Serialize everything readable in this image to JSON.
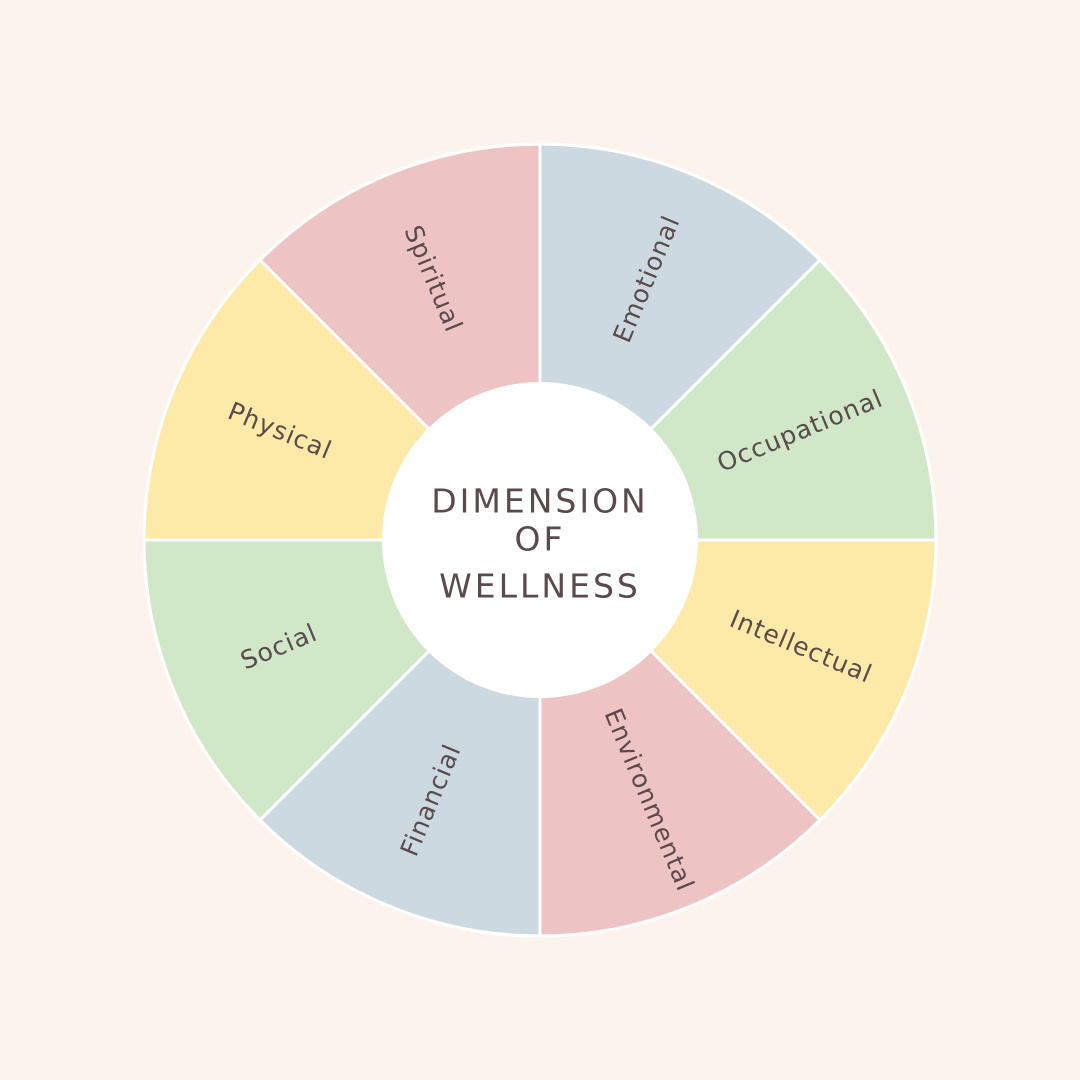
{
  "diagram": {
    "center": {
      "lines": [
        "DIMENSION",
        "OF",
        "WELLNESS"
      ]
    },
    "segments": [
      {
        "label": "Emotional",
        "color": "#cdd9e0"
      },
      {
        "label": "Occupational",
        "color": "#d0e7c8"
      },
      {
        "label": "Intellectual",
        "color": "#fdeaa8"
      },
      {
        "label": "Environmental",
        "color": "#eec3c3"
      },
      {
        "label": "Financial",
        "color": "#cdd9e0"
      },
      {
        "label": "Social",
        "color": "#d0e7c8"
      },
      {
        "label": "Physical",
        "color": "#fdeaa8"
      },
      {
        "label": "Spiritual",
        "color": "#eec3c3"
      }
    ]
  },
  "colors": {
    "background": "#fcf3ec",
    "divider": "#ffffff",
    "center_fill": "#ffffff",
    "text": "#5b4a4c"
  }
}
